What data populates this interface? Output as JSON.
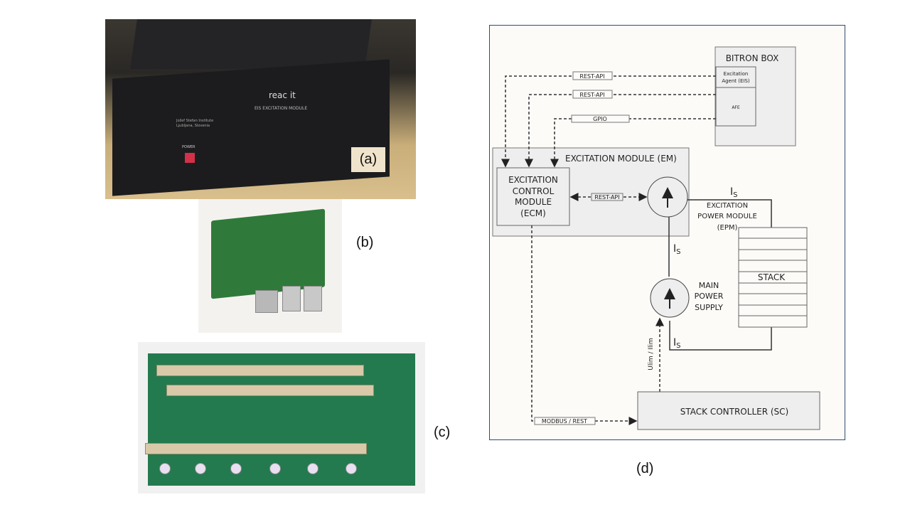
{
  "captions": {
    "a": "(a)",
    "b": "(b)",
    "c": "(c)",
    "d": "(d)"
  },
  "photo_a": {
    "brand": "reac it",
    "subtitle": "EIS EXCITATION MODULE",
    "institute": [
      "Jožef Stefan Institute",
      "Ljubljana, Slovenia"
    ],
    "power_label": "POWER"
  },
  "diagram": {
    "bitron_box": {
      "title": "BITRON BOX",
      "agent": [
        "Excitation",
        "Agent (EIS)"
      ],
      "afe": "AFE"
    },
    "links": {
      "rest_api_1": "REST-API",
      "rest_api_2": "REST-API",
      "gpio": "GPIO",
      "rest_api_internal": "REST-API",
      "modbus_rest": "MODBUS / REST",
      "ulim_ilim": "Ulim / Ilim"
    },
    "excitation_module": {
      "title": "EXCITATION MODULE (EM)",
      "ecm": [
        "EXCITATION",
        "CONTROL",
        "MODULE",
        "(ECM)"
      ],
      "epm": [
        "EXCITATION",
        "POWER MODULE",
        "(EPM)"
      ]
    },
    "current_label": "I",
    "current_subscript": "S",
    "stack": "STACK",
    "main_power_supply": [
      "MAIN",
      "POWER",
      "SUPPLY"
    ],
    "stack_controller": "STACK CONTROLLER (SC)",
    "colors": {
      "box_fill": "#eeeeee",
      "line": "#333333",
      "frame": "#2e4c70",
      "background": "#fdfbf8"
    }
  }
}
